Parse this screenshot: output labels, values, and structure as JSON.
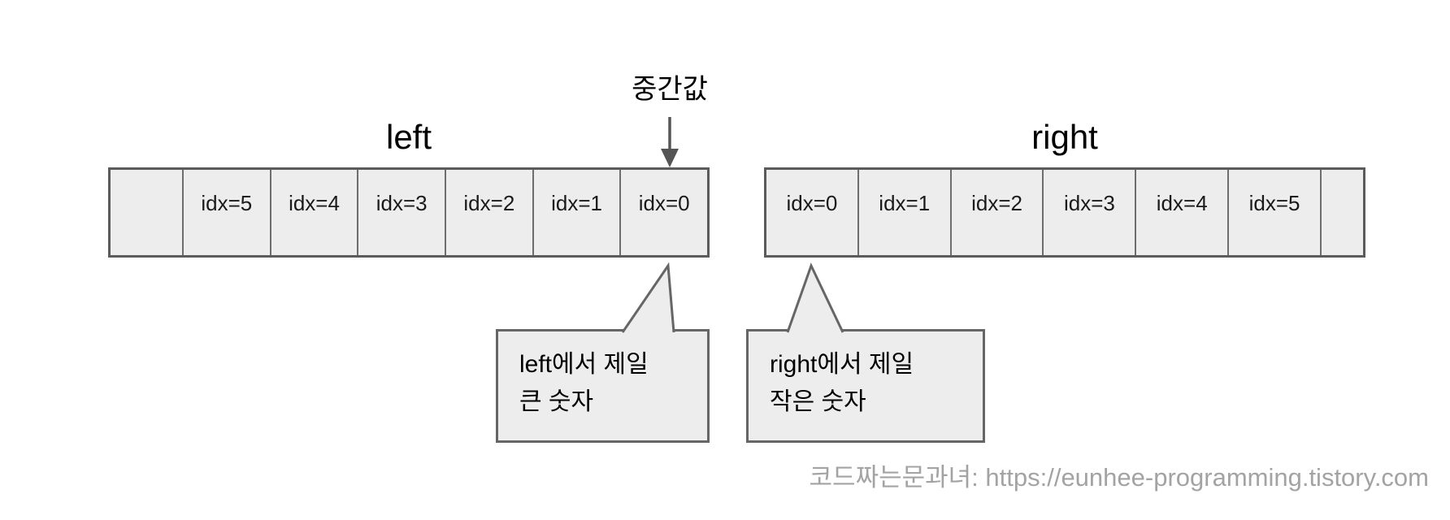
{
  "median_label": "중간값",
  "arrays": {
    "left": {
      "title": "left",
      "cells": [
        "",
        "idx=5",
        "idx=4",
        "idx=3",
        "idx=2",
        "idx=1",
        "idx=0"
      ]
    },
    "right": {
      "title": "right",
      "cells": [
        "idx=0",
        "idx=1",
        "idx=2",
        "idx=3",
        "idx=4",
        "idx=5",
        ""
      ]
    }
  },
  "callouts": {
    "left": {
      "line1": "left에서 제일",
      "line2": "큰 숫자"
    },
    "right": {
      "line1": "right에서 제일",
      "line2": "작은 숫자"
    }
  },
  "watermark": "코드짜는문과녀: https://eunhee-programming.tistory.com",
  "colors": {
    "cell_fill": "#ededed",
    "array_border": "#5b5b5b",
    "cell_divider": "#6e6e6e",
    "bubble_fill": "#ededed",
    "bubble_border": "#666666",
    "arrow": "#555555",
    "watermark": "#a3a3a3"
  }
}
